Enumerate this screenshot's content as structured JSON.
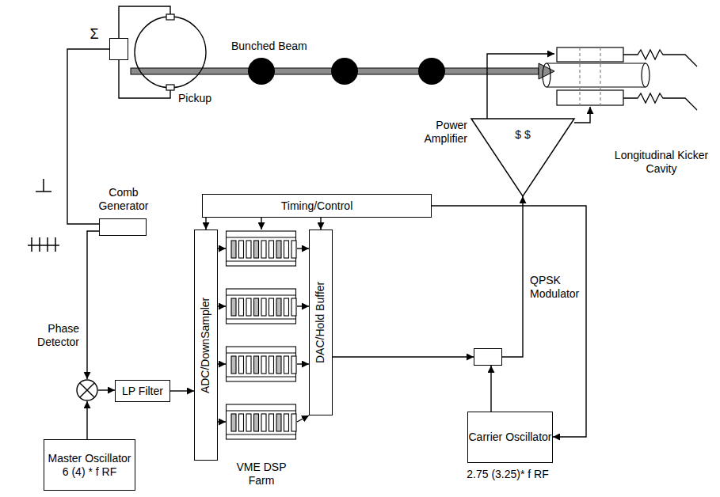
{
  "diagram": {
    "nodes": [
      {
        "text": [
          "Pickup"
        ]
      },
      {
        "text": [
          "Σ"
        ]
      },
      {
        "text": [
          "Comb Generator"
        ]
      },
      {
        "text": [
          "Phase Detector"
        ]
      },
      {
        "text": [
          "Master Oscillator",
          "6 (4) * f RF"
        ]
      },
      {
        "text": [
          "LP Filter"
        ]
      },
      {
        "text": [
          "Timing/Control"
        ]
      },
      {
        "text": [
          "ADC/DownSampler"
        ]
      },
      {
        "text": [
          "VME DSP Farm"
        ]
      },
      {
        "text": [
          "DAC/Hold Buffer"
        ]
      },
      {
        "text": [
          "Power Amplifier",
          "$ $"
        ]
      },
      {
        "text": [
          "Longitudinal Kicker Cavity"
        ]
      },
      {
        "text": [
          "QPSK Modulator"
        ]
      },
      {
        "text": [
          "Carrier Oscillator",
          "2.75 (3.25)* f RF"
        ]
      }
    ],
    "edges": [
      {
        "from": 0,
        "to": 1,
        "arrow": "none"
      },
      {
        "from": 0,
        "to": 1,
        "arrow": "none"
      },
      {
        "from": 1,
        "to": 2,
        "arrow": "none"
      },
      {
        "from": 2,
        "to": 3,
        "arrow": "to"
      },
      {
        "from": 4,
        "to": 3,
        "arrow": "to"
      },
      {
        "from": 3,
        "to": 5,
        "arrow": "to"
      },
      {
        "from": 5,
        "to": 7,
        "arrow": "to"
      },
      {
        "from": 7,
        "to": 8,
        "arrow": "to"
      },
      {
        "from": 7,
        "to": 8,
        "arrow": "to"
      },
      {
        "from": 7,
        "to": 8,
        "arrow": "to"
      },
      {
        "from": 7,
        "to": 8,
        "arrow": "to"
      },
      {
        "from": 8,
        "to": 9,
        "arrow": "to"
      },
      {
        "from": 8,
        "to": 9,
        "arrow": "to"
      },
      {
        "from": 8,
        "to": 9,
        "arrow": "to"
      },
      {
        "from": 8,
        "to": 9,
        "arrow": "to"
      },
      {
        "from": 6,
        "to": 7,
        "arrow": "to"
      },
      {
        "from": 6,
        "to": 8,
        "arrow": "to"
      },
      {
        "from": 6,
        "to": 9,
        "arrow": "to"
      },
      {
        "from": 6,
        "to": 13,
        "arrow": "to"
      },
      {
        "from": 9,
        "to": 12,
        "arrow": "to"
      },
      {
        "from": 13,
        "to": 12,
        "arrow": "to"
      },
      {
        "from": 12,
        "to": 10,
        "arrow": "to"
      },
      {
        "from": 10,
        "to": 11,
        "arrow": "to"
      },
      {
        "from": 10,
        "to": 11,
        "arrow": "to"
      }
    ],
    "labels": [
      "Bunched Beam"
    ]
  }
}
